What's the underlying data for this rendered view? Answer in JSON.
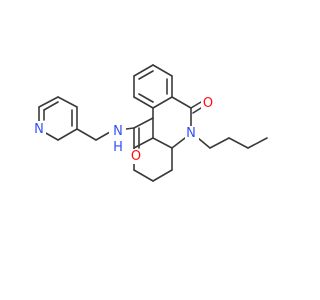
{
  "structure": {
    "atoms": {
      "pyridine_n": {
        "symbol": "N",
        "color": "#3050f8"
      },
      "amide_n": {
        "symbol": "N",
        "color": "#3050f8"
      },
      "amide_h": {
        "symbol": "H",
        "color": "#3050f8"
      },
      "carbonyl_o1": {
        "symbol": "O",
        "color": "#ff0d0d"
      },
      "ring_n": {
        "symbol": "N",
        "color": "#3050f8"
      },
      "ketone_o": {
        "symbol": "O",
        "color": "#ff0d0d"
      }
    },
    "bond_color": "#3a3a3a"
  }
}
